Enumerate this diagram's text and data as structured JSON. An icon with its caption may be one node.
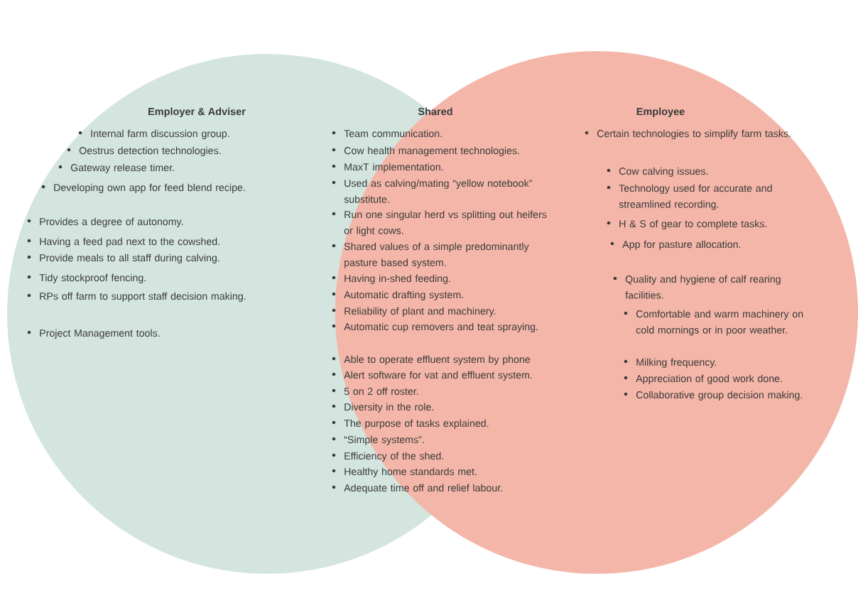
{
  "diagram": {
    "nodes": [
      {
        "text": [
          "Employer & Adviser",
          "Internal farm discussion group.",
          "Oestrus detection technologies.",
          "Gateway release timer.",
          "Developing own app for feed blend recipe.",
          "Provides a degree of autonomy.",
          "Having a feed pad next to the cowshed.",
          "Provide meals to all staff during calving.",
          "Tidy stockproof fencing.",
          "RPs off farm to support staff decision making.",
          "Project Management tools."
        ]
      },
      {
        "text": [
          "Shared",
          "Team communication.",
          "Cow health management technologies.",
          "MaxT implementation.",
          "Used as calving/mating “yellow notebook” substitute.",
          "Run one singular herd vs splitting out heifers or light cows.",
          "Shared values of a simple predominantly pasture based system.",
          "Having in-shed feeding.",
          "Automatic drafting system.",
          "Reliability of plant and machinery.",
          "Automatic cup removers and teat spraying.",
          "Able to operate effluent system by phone",
          "Alert software for vat and effluent system.",
          "5 on 2 off roster.",
          "Diversity in the role.",
          "The purpose of tasks explained.",
          "“Simple systems”.",
          "Efficiency of the shed.",
          "Healthy home standards met.",
          "Adequate time off and relief labour."
        ]
      },
      {
        "text": [
          "Employee",
          "Certain technologies to simplify farm tasks.",
          "Cow calving issues.",
          "Technology used for accurate and streamlined recording.",
          "H & S of gear to complete tasks.",
          "App for pasture allocation.",
          "Quality and hygiene of calf rearing facilities.",
          "Comfortable and warm machinery on cold mornings or in poor weather.",
          "Milking frequency.",
          "Appreciation of good work done.",
          "Collaborative group decision making."
        ]
      }
    ]
  }
}
